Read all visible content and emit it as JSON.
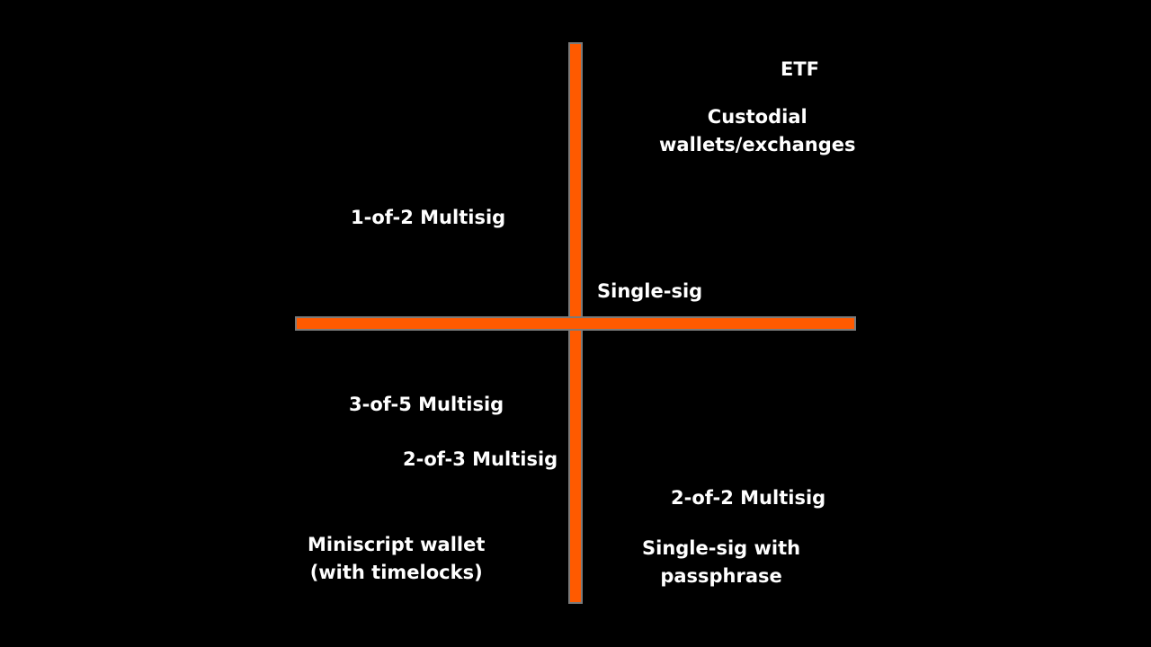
{
  "diagram": {
    "colors": {
      "background": "#000000",
      "axis": "#ff5a00",
      "axis_outline": "#7a7a7a",
      "text": "#ffffff"
    },
    "labels": {
      "etf": [
        "ETF"
      ],
      "custodial": [
        "Custodial",
        "wallets/exchanges"
      ],
      "one_of_two": [
        "1-of-2 Multisig"
      ],
      "single_sig": [
        "Single-sig"
      ],
      "three_of_five": [
        "3-of-5 Multisig"
      ],
      "two_of_three": [
        "2-of-3 Multisig"
      ],
      "two_of_two": [
        "2-of-2 Multisig"
      ],
      "miniscript": [
        "Miniscript wallet",
        "(with timelocks)"
      ],
      "single_sig_passphrase": [
        "Single-sig with",
        "passphrase"
      ]
    }
  }
}
